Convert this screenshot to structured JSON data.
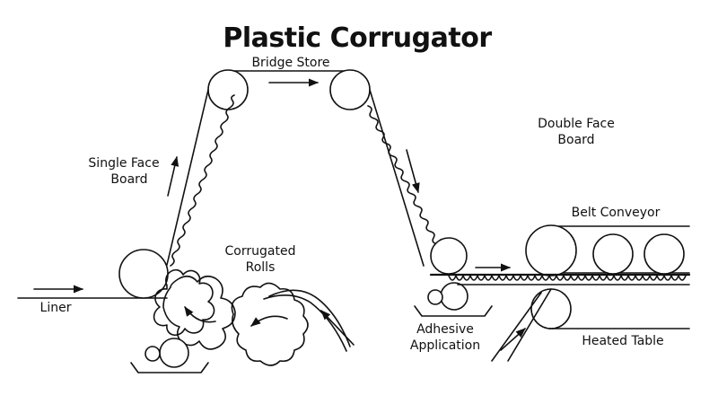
{
  "title": "Plastic Corrugator",
  "labels": {
    "bridge_store": "Bridge Store",
    "single_face_line1": "Single Face",
    "single_face_line2": "Board",
    "double_face_line1": "Double Face",
    "double_face_line2": "Board",
    "corrugated_line1": "Corrugated",
    "corrugated_line2": "Rolls",
    "belt_conveyor": "Belt Conveyor",
    "liner": "Liner",
    "adhesive_line1": "Adhesive",
    "adhesive_line2": "Application",
    "heated_table": "Heated Table"
  }
}
